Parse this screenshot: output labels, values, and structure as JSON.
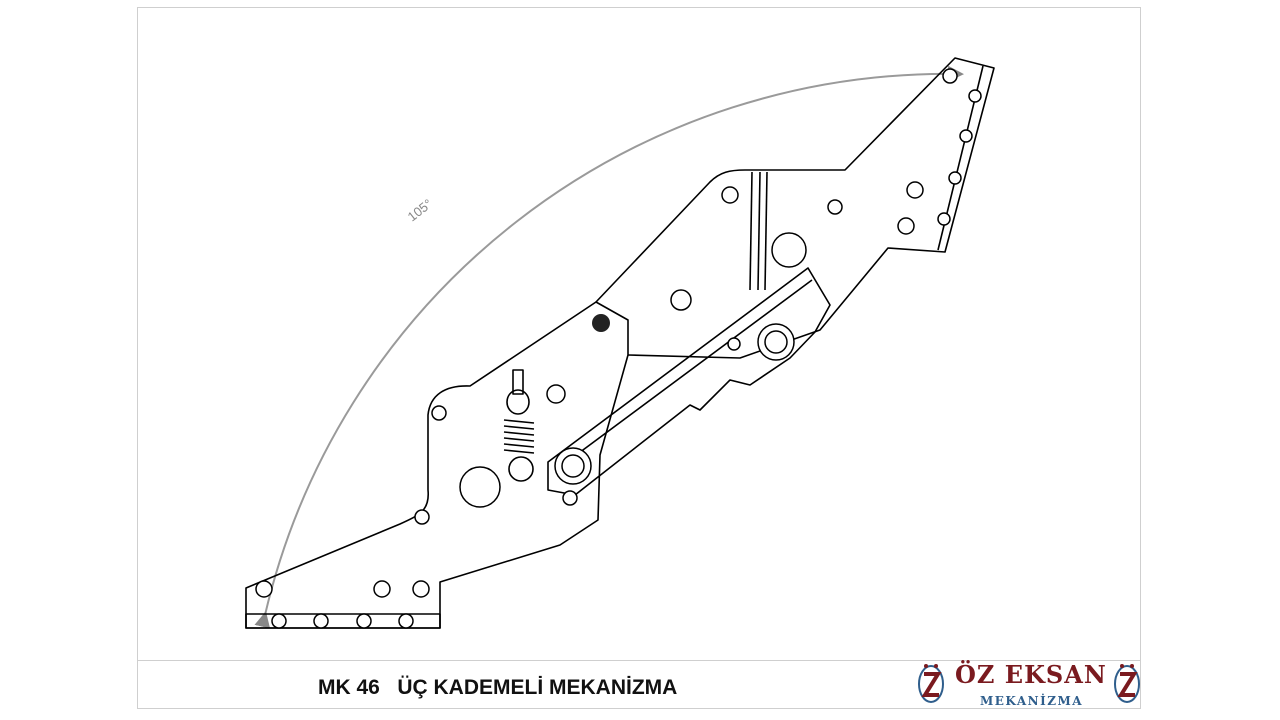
{
  "diagram": {
    "angle_label": "105°"
  },
  "footer": {
    "title": "MK 46   ÜÇ KADEMELİ MEKANİZMA"
  },
  "logo": {
    "brand": "ÖZ EKSAN",
    "sub": "MEKANİZMA",
    "colors": {
      "brand": "#7a1a1f",
      "sub": "#2f5e8c"
    }
  }
}
